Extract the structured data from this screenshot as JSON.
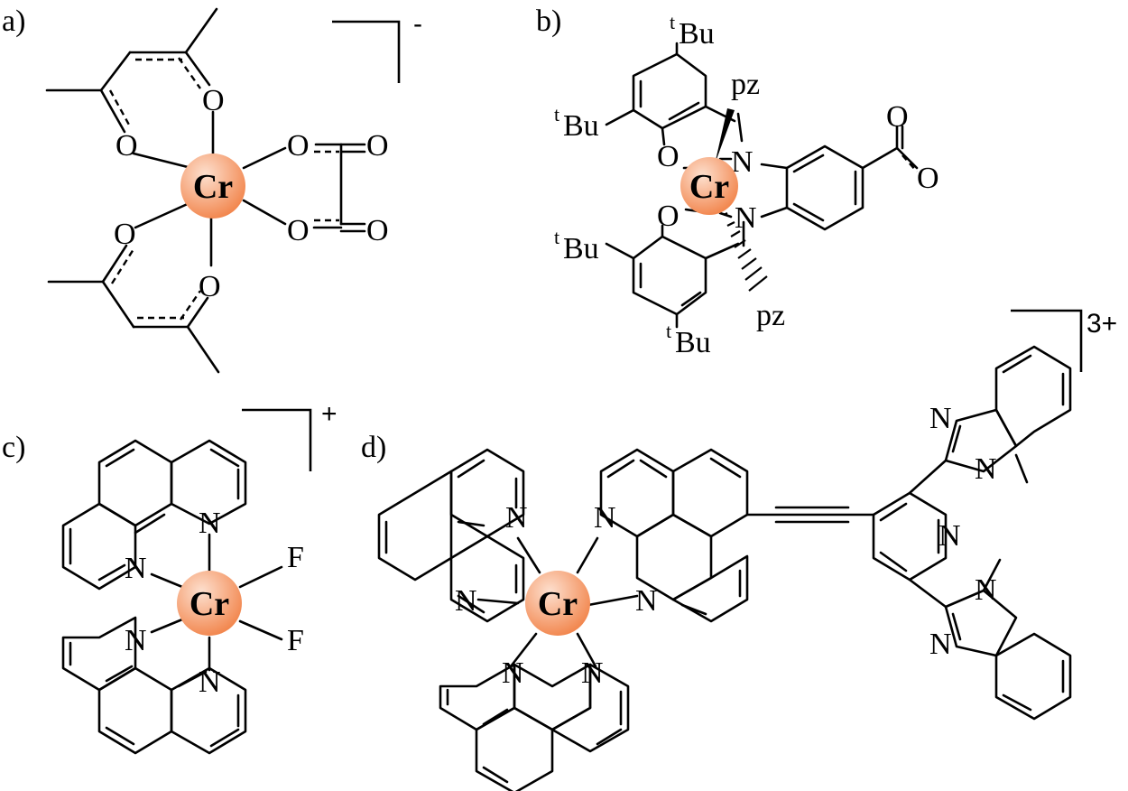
{
  "panels": {
    "a": {
      "label": "a)",
      "charge": "-",
      "metal": "Cr"
    },
    "b": {
      "label": "b)",
      "metal": "Cr",
      "ligand_top": "pz",
      "ligand_bottom": "pz",
      "tbu_prefix": "t",
      "tbu_suffix": "Bu"
    },
    "c": {
      "label": "c)",
      "charge": "+",
      "metal": "Cr",
      "fluoride": "F"
    },
    "d": {
      "label": "d)",
      "charge": "3+",
      "metal": "Cr"
    }
  },
  "atoms": {
    "oxygen": "O",
    "nitrogen": "N",
    "fluorine": "F"
  },
  "colors": {
    "metal_center": "#f2874f",
    "metal_highlight": "#fde0cf",
    "bond": "#000000"
  }
}
